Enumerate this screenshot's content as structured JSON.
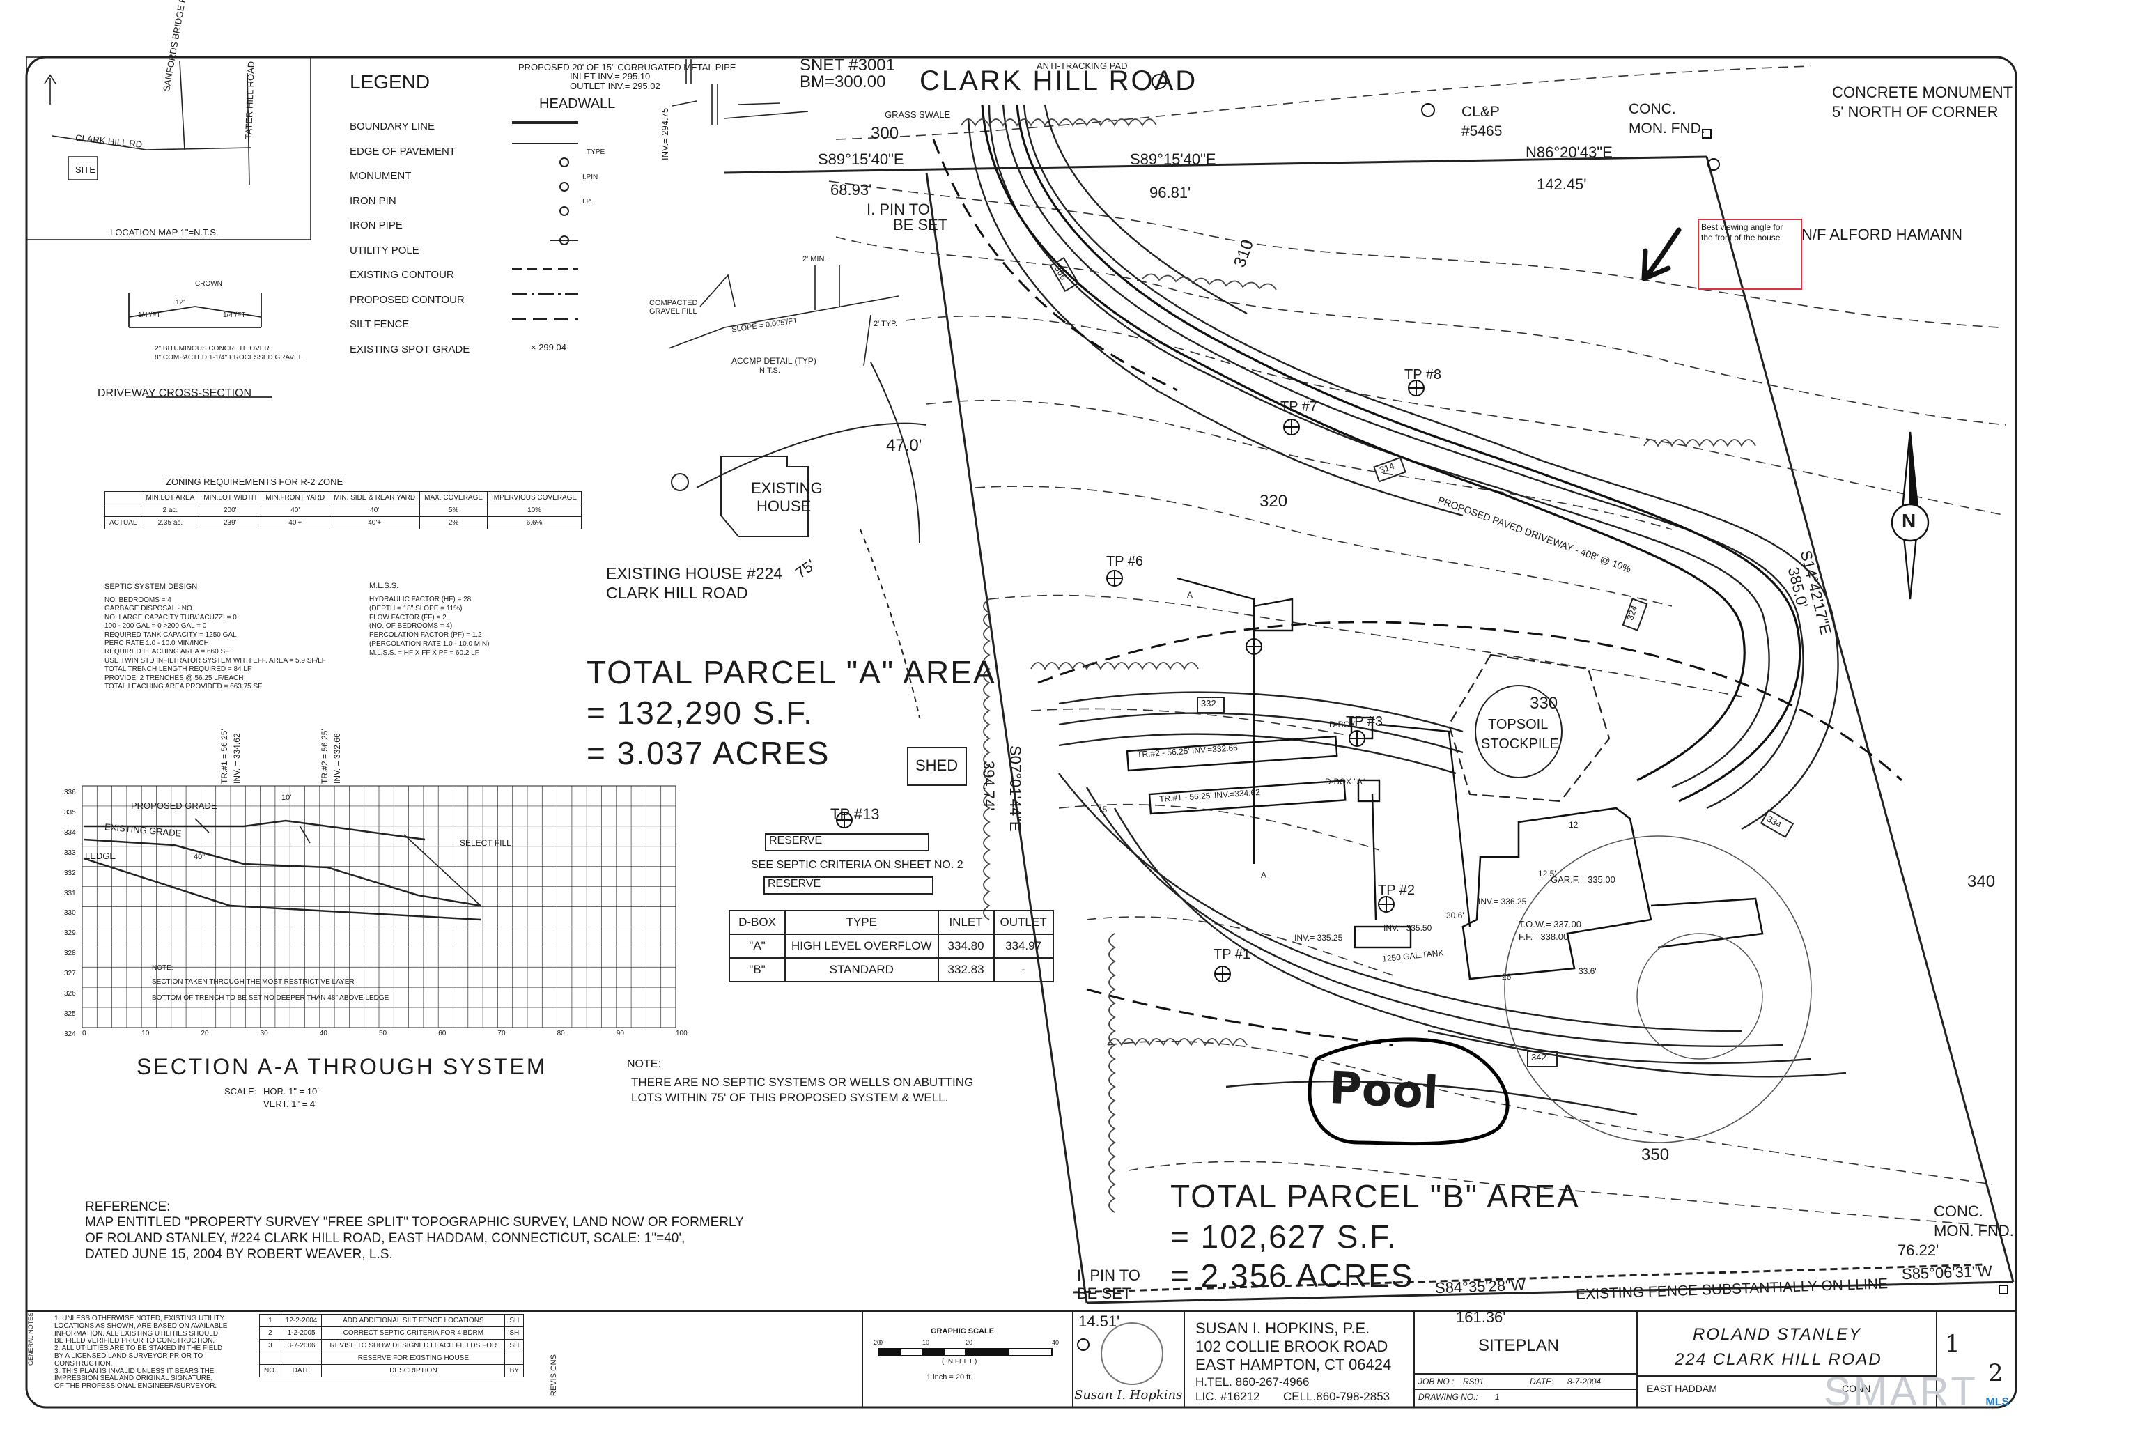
{
  "legend": {
    "title": "LEGEND",
    "items": [
      "BOUNDARY LINE",
      "EDGE OF PAVEMENT",
      "MONUMENT",
      "IRON PIN",
      "IRON PIPE",
      "UTILITY POLE",
      "EXISTING CONTOUR",
      "PROPOSED CONTOUR",
      "SILT FENCE",
      "EXISTING SPOT GRADE"
    ],
    "symbol_labels": {
      "type": "TYPE",
      "ipin": "I.PIN",
      "ip": "I.P.",
      "spot": "× 299.04"
    }
  },
  "location_map": {
    "roads": [
      "CLARK HILL RD",
      "SANFORDS BRIDGE RD.",
      "TATER HILL ROAD"
    ],
    "site": "SITE",
    "caption": "LOCATION MAP 1\"=N.T.S."
  },
  "driveway_section": {
    "title": "DRIVEWAY CROSS-SECTION",
    "crown": "CROWN",
    "width": "12'",
    "slope_left": "1/4\"/FT",
    "slope_right": "1/4\"/FT",
    "note_1": "2\" BITUMINOUS CONCRETE OVER",
    "note_2": "8\" COMPACTED 1-1/4\" PROCESSED GRAVEL"
  },
  "pipe_callout": {
    "line1": "PROPOSED 20' OF 15\" CORRUGATED METAL PIPE",
    "line2": "INLET INV.= 295.10",
    "line3": "OUTLET INV.= 295.02",
    "headwall": "HEADWALL",
    "inv": "INV.= 294.75"
  },
  "accmp": {
    "compacted": "COMPACTED",
    "gravel": "GRAVEL FILL",
    "slope": "SLOPE = 0.005'/FT",
    "two_min": "2' MIN.",
    "two_typ": "2' TYP.",
    "title": "ACCMP DETAIL (TYP)",
    "nts": "N.T.S."
  },
  "zoning": {
    "title": "ZONING REQUIREMENTS FOR R-2 ZONE",
    "headers": [
      "",
      "MIN.LOT AREA",
      "MIN.LOT WIDTH",
      "MIN.FRONT YARD",
      "MIN. SIDE & REAR YARD",
      "MAX. COVERAGE",
      "IMPERVIOUS COVERAGE"
    ],
    "rows": [
      [
        "",
        "2 ac.",
        "200'",
        "40'",
        "40'",
        "5%",
        "10%"
      ],
      [
        "ACTUAL",
        "2.35 ac.",
        "239'",
        "40'+",
        "40'+",
        "2%",
        "6.6%"
      ]
    ]
  },
  "septic": {
    "title": "SEPTIC SYSTEM DESIGN",
    "lines": [
      "NO. BEDROOMS = 4",
      "GARBAGE DISPOSAL - NO.",
      "NO. LARGE CAPACITY TUB/JACUZZI = 0",
      "100 - 200 GAL = 0 >200 GAL = 0",
      "REQUIRED TANK CAPACITY = 1250 GAL",
      "PERC RATE 1.0 - 10.0 MIN/INCH",
      "REQUIRED LEACHING AREA = 660 SF",
      "USE TWIN STD INFILTRATOR SYSTEM WITH EFF. AREA = 5.9 SF/LF",
      "TOTAL TRENCH LENGTH REQUIRED = 84 LF",
      "PROVIDE: 2 TRENCHES @ 56.25 LF/EACH",
      "TOTAL LEACHING AREA PROVIDED = 663.75 SF"
    ]
  },
  "mlss": {
    "title": "M.L.S.S.",
    "lines": [
      "HYDRAULIC FACTOR (HF) = 28",
      "(DEPTH = 18\"  SLOPE = 11%)",
      "FLOW FACTOR (FF) = 2",
      "(NO. OF BEDROOMS = 4)",
      "PERCOLATION FACTOR (PF) = 1.2",
      "(PERCOLATION RATE 1.0 - 10.0 MIN)",
      "M.L.S.S. = HF X FF X PF = 60.2 LF"
    ]
  },
  "section": {
    "title": "SECTION  A-A  THROUGH  SYSTEM",
    "scale_label": "SCALE:",
    "hor": "HOR.  1\" = 10'",
    "vert": "VERT.  1\" = 4'",
    "y_ticks": [
      "336",
      "335",
      "334",
      "333",
      "332",
      "331",
      "330",
      "329",
      "328",
      "327",
      "326",
      "325",
      "324"
    ],
    "x_ticks": [
      "0",
      "10",
      "20",
      "30",
      "40",
      "50",
      "60",
      "70",
      "80",
      "90",
      "100"
    ],
    "proposed_grade": "PROPOSED GRADE",
    "existing_grade": "EXISTING GRADE",
    "ledge": "LEDGE",
    "select_fill": "SELECT FILL",
    "tr1": "TR.#1 = 56.25'",
    "tr1_inv": "INV. = 334.62",
    "tr2": "TR.#2 = 56.25'",
    "tr2_inv": "INV. = 332.66",
    "ten": "10'",
    "forty": "40\"",
    "note": "NOTE:",
    "note1": "SECTION TAKEN THROUGH THE MOST RESTRICTIVE LAYER",
    "note2": "BOTTOM OF TRENCH TO BE SET NO DEEPER THAN 48\" ABOVE LEDGE"
  },
  "notes": {
    "label": "NOTE:",
    "line1": "THERE ARE NO SEPTIC SYSTEMS OR WELLS ON ABUTTING",
    "line2": "LOTS WITHIN 75' OF THIS PROPOSED SYSTEM & WELL."
  },
  "reference": {
    "label": "REFERENCE:",
    "line1": "MAP ENTITLED \"PROPERTY SURVEY \"FREE SPLIT\" TOPOGRAPHIC SURVEY, LAND NOW OR FORMERLY",
    "line2": "OF ROLAND STANLEY, #224 CLARK HILL ROAD, EAST HADDAM, CONNECTICUT, SCALE: 1\"=40',",
    "line3": "DATED JUNE 15, 2004 BY ROBERT WEAVER, L.S."
  },
  "site": {
    "road": "CLARK HILL ROAD",
    "snet": "SNET #3001",
    "bm": "BM=300.00",
    "anti_tracking": "ANTI-TRACKING PAD",
    "grass_swale": "GRASS SWALE",
    "clp": "CL&P",
    "clp_num": "#5465",
    "conc_mon": "CONC.",
    "mon_fnd": "MON. FND.",
    "concrete_monument": "CONCRETE MONUMENT",
    "five_north": "5' NORTH OF CORNER",
    "bearing_1": "S89°15'40\"E",
    "dist_1": "68.93'",
    "bearing_2": "S89°15'40\"E",
    "dist_2": "96.81'",
    "bearing_3": "N86°20'43\"E",
    "dist_3": "142.45'",
    "ipin_set": "I. PIN TO",
    "be_set": "BE SET",
    "contour_300": "300",
    "contour_310": "310",
    "contour_320": "320",
    "contour_330": "330",
    "contour_340": "340",
    "contour_350": "350",
    "neighbor": "N/F ALFORD HAMANN",
    "viewing_note_1": "Best viewing angle for",
    "viewing_note_2": "the front of the house",
    "dist_47": "47.0'",
    "radius_75": "75'",
    "existing_house": "EXISTING",
    "existing_house_2": "HOUSE",
    "existing_house_224": "EXISTING HOUSE #224",
    "clark_hill_rd": "CLARK HILL ROAD",
    "parcel_a_1": "TOTAL PARCEL \"A\" AREA",
    "parcel_a_2": "= 132,290 S.F.",
    "parcel_a_3": "= 3.037 ACRES",
    "shed": "SHED",
    "bearing_west": "S07°01'44\"E",
    "dist_west": "394.74'",
    "bearing_east": "S14°42'17\"E",
    "dist_east": "385.0'",
    "tp13": "TP #13",
    "tp1": "TP #1",
    "tp2": "TP #2",
    "tp3": "TP #3",
    "tp6": "TP #6",
    "tp7": "TP #7",
    "tp8": "TP #8",
    "reserve": "RESERVE",
    "reserve_2": "RESERVE",
    "see_septic": "SEE SEPTIC CRITERIA ON SHEET NO. 2",
    "topsoil_1": "TOPSOIL",
    "topsoil_2": "STOCKPILE",
    "driveway": "PROPOSED PAVED DRIVEWAY - 408' @ 10%",
    "tr2_site": "TR.#2 - 56.25' INV.=332.66",
    "tr1_site": "TR.#1 - 56.25' INV.=334.62",
    "dbox": "D-BOX",
    "dbox_a": "D-BOX \"A\"",
    "tank": "1250 GAL.TANK",
    "inv_335": "INV.= 335.25",
    "inv_33550": "INV.= 335.50",
    "inv_33625": "INV.= 336.25",
    "gar_ff": "GAR.F.= 335.00",
    "tow": "T.O.W.= 337.00",
    "ff": "F.F.= 338.00",
    "elev_332": "332",
    "elev_314": "314",
    "elev_324": "324",
    "elev_334": "334",
    "elev_342": "342",
    "elev_366": "366",
    "pool": "Pool",
    "parcel_b_1": "TOTAL PARCEL \"B\" AREA",
    "parcel_b_2": "= 102,627 S.F.",
    "parcel_b_3": "= 2.356 ACRES",
    "ipin_be_set_1": "I. PIN TO",
    "ipin_be_set_2": "BE SET",
    "conc_mon_2": "CONC.",
    "mon_fnd_2": "MON. FND.",
    "dist_7622": "76.22'",
    "bearing_s85": "S85°06'31\"W",
    "bearing_s84": "S84°35'28\"W",
    "dist_16136": "161.36'",
    "fence": "EXISTING FENCE SUBSTANTIALLY ON LLINE",
    "dist_1451": "14.51'",
    "dim_12": "12'",
    "dim_125": "12.5'",
    "dim_30": "30.6'",
    "dim_26": "26'",
    "dim_336": "33.6'",
    "dim_15": "15'",
    "a_label": "A"
  },
  "dbox_table": {
    "headers": [
      "D-BOX",
      "TYPE",
      "INLET",
      "OUTLET"
    ],
    "rows": [
      [
        "\"A\"",
        "HIGH LEVEL OVERFLOW",
        "334.80",
        "334.97"
      ],
      [
        "\"B\"",
        "STANDARD",
        "332.83",
        "-"
      ]
    ]
  },
  "title_block": {
    "general_notes": [
      "1. UNLESS OTHERWISE NOTED, EXISTING UTILITY",
      "LOCATIONS AS SHOWN, ARE BASED ON AVAILABLE",
      "INFORMATION. ALL EXISTING UTILITIES SHOULD",
      "BE FIELD VERIFIED PRIOR TO CONSTRUCTION.",
      "2. ALL UTILITIES ARE TO BE STAKED IN THE FIELD",
      "BY A LICENSED LAND SURVEYOR PRIOR TO",
      "CONSTRUCTION.",
      "3. THIS PLAN IS INVALID UNLESS IT BEARS THE",
      "IMPRESSION SEAL AND ORIGINAL SIGNATURE,",
      "OF THE PROFESSIONAL ENGINEER/SURVEYOR."
    ],
    "revisions": [
      [
        "1",
        "12-2-2004",
        "ADD ADDITIONAL SILT FENCE LOCATIONS",
        "SH"
      ],
      [
        "2",
        "1-2-2005",
        "CORRECT SEPTIC CRITERIA FOR 4 BDRM",
        "SH"
      ],
      [
        "3",
        "3-7-2006",
        "REVISE TO SHOW DESIGNED LEACH FIELDS FOR",
        "SH"
      ],
      [
        "",
        "",
        "RESERVE FOR EXISTING HOUSE",
        ""
      ]
    ],
    "rev_headers": [
      "NO.",
      "DATE",
      "DESCRIPTION",
      "BY"
    ],
    "revisions_label": "REVISIONS",
    "graphic_scale": "GRAPHIC SCALE",
    "scale_ticks": [
      "20",
      "0",
      "10",
      "20",
      "40"
    ],
    "in_feet": "( IN FEET )",
    "inch_feet": "1 inch = 20  ft.",
    "engineer_name": "SUSAN I. HOPKINS, P.E.",
    "engineer_addr1": "102 COLLIE BROOK ROAD",
    "engineer_addr2": "EAST HAMPTON, CT  06424",
    "engineer_htel": "H.TEL. 860-267-4966",
    "engineer_lic": "LIC. #16212",
    "engineer_cell": "CELL.860-798-2853",
    "signature": "Susan I. Hopkins",
    "sheet_type": "SITEPLAN",
    "job_no_label": "JOB NO.:",
    "job_no": "RS01",
    "date_label": "DATE:",
    "date": "8-7-2004",
    "drawing_no_label": "DRAWING NO.:",
    "drawing_no": "1",
    "client_name": "ROLAND STANLEY",
    "client_addr": "224 CLARK HILL ROAD",
    "town": "EAST HADDAM",
    "sheet_num": "1",
    "sheet_of": "2",
    "state": "CONN"
  },
  "watermark": {
    "brand": "SMART",
    "suffix": "MLS"
  },
  "colors": {
    "ink": "#1b1b1b",
    "annotation_red": "#d9343f",
    "watermark": "#c9cdd3",
    "watermark_blue": "#2a7fc4"
  }
}
